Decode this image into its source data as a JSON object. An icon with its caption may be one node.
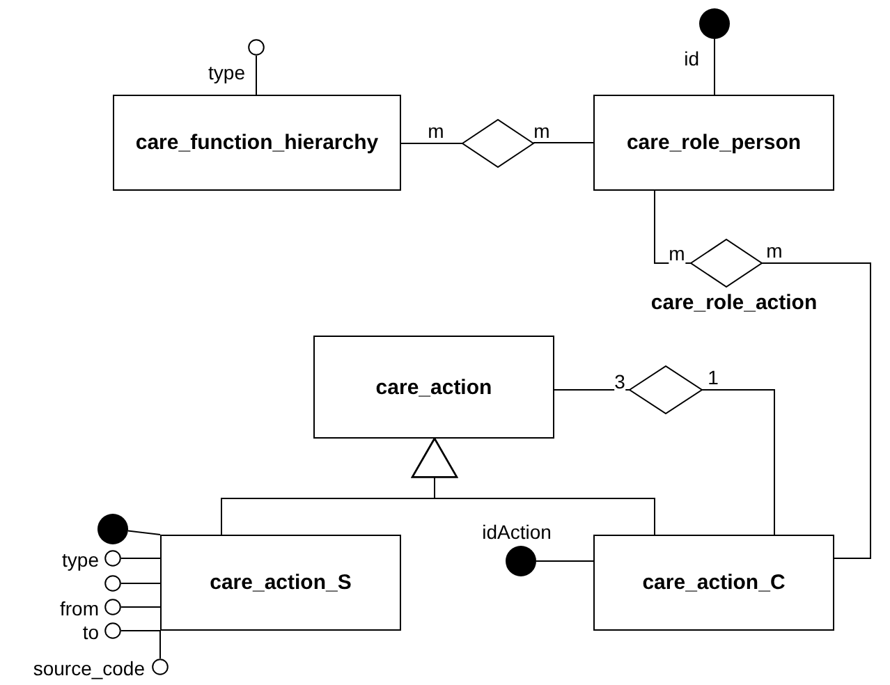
{
  "diagram": {
    "nodes": [
      {
        "text": [],
        "shape": "circle",
        "beside": [
          "type"
        ]
      },
      {
        "text": [],
        "shape": "dot",
        "beside": [
          "id"
        ]
      },
      {
        "text": [
          "care_function_hierarchy"
        ]
      },
      {
        "text": [],
        "shape": "diamond"
      },
      {
        "text": [
          "care_role_person"
        ]
      },
      {
        "text": [],
        "shape": "diamond",
        "beside": [
          "care_role_action"
        ]
      },
      {
        "text": [
          "care_action"
        ]
      },
      {
        "text": [],
        "shape": "diamond"
      },
      {
        "text": [],
        "shape": "dot"
      },
      {
        "text": [],
        "shape": "circle",
        "beside": [
          "type"
        ]
      },
      {
        "text": [],
        "shape": "circle"
      },
      {
        "text": [],
        "shape": "circle",
        "beside": [
          "from"
        ]
      },
      {
        "text": [],
        "shape": "circle",
        "beside": [
          "to"
        ]
      },
      {
        "text": [
          "care_action_S"
        ]
      },
      {
        "text": [],
        "shape": "dot",
        "beside": [
          "idAction"
        ]
      },
      {
        "text": [
          "care_action_C"
        ]
      },
      {
        "text": [],
        "shape": "circle",
        "beside": [
          "source_code"
        ]
      }
    ],
    "edges": [
      {
        "from": 2,
        "to": 0,
        "arrow": "none"
      },
      {
        "from": 4,
        "to": 1,
        "arrow": "none"
      },
      {
        "from": 2,
        "to": 3,
        "arrow": "none",
        "label": "m"
      },
      {
        "from": 3,
        "to": 4,
        "arrow": "none",
        "label": "m"
      },
      {
        "from": 4,
        "to": 5,
        "arrow": "none",
        "label": "m"
      },
      {
        "from": 5,
        "to": 15,
        "arrow": "none",
        "label": "m"
      },
      {
        "from": 6,
        "to": 7,
        "arrow": "none",
        "label": "3"
      },
      {
        "from": 7,
        "to": 15,
        "arrow": "none",
        "label": "1"
      },
      {
        "from": 13,
        "to": 6,
        "arrow": "to"
      },
      {
        "from": 15,
        "to": 6,
        "arrow": "to"
      },
      {
        "from": 13,
        "to": 8,
        "arrow": "none"
      },
      {
        "from": 13,
        "to": 9,
        "arrow": "none"
      },
      {
        "from": 13,
        "to": 10,
        "arrow": "none"
      },
      {
        "from": 13,
        "to": 11,
        "arrow": "none"
      },
      {
        "from": 13,
        "to": 12,
        "arrow": "none"
      },
      {
        "from": 13,
        "to": 16,
        "arrow": "none"
      },
      {
        "from": 15,
        "to": 14,
        "arrow": "none"
      }
    ]
  }
}
